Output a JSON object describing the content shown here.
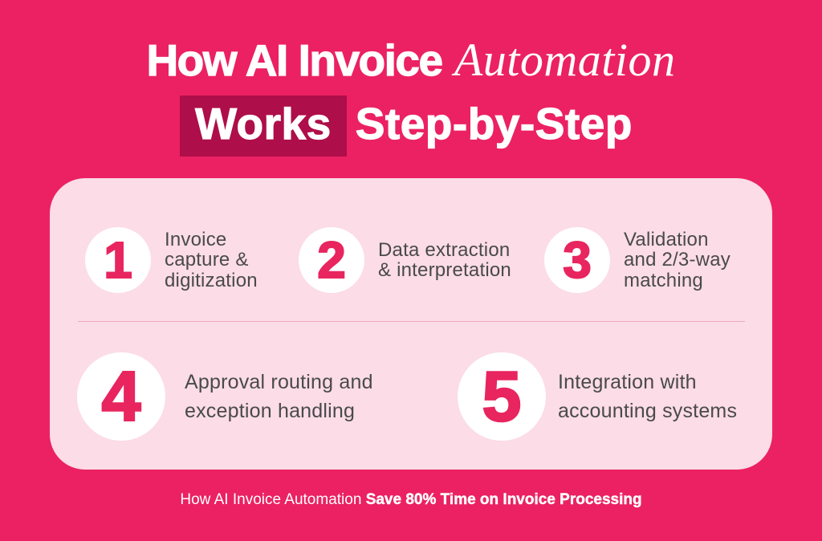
{
  "title": {
    "line1_bold": "How AI Invoice",
    "line1_italic": "Automation",
    "line2_highlight": "Works",
    "line2_rest": "Step-by-Step"
  },
  "steps": [
    {
      "number": "1",
      "label": "Invoice capture & digitization",
      "lines": [
        "Invoice",
        "capture &",
        "digitization"
      ]
    },
    {
      "number": "2",
      "label": "Data extraction & interpretation",
      "lines": [
        "Data extraction",
        "& interpretation"
      ]
    },
    {
      "number": "3",
      "label": "Validation and 2/3-way matching",
      "lines": [
        "Validation",
        "and 2/3-way",
        "matching"
      ]
    },
    {
      "number": "4",
      "label": "Approval routing and exception handling",
      "lines": [
        "Approval routing and",
        "exception handling"
      ]
    },
    {
      "number": "5",
      "label": "Integration with accounting systems",
      "lines": [
        "Integration with",
        "accounting systems"
      ]
    }
  ],
  "footer": {
    "normal": "How AI Invoice Automation",
    "bold": "Save 80% Time on Invoice Processing"
  },
  "colors": {
    "background": "#EB2163",
    "highlight_box": "#AE0E49",
    "card": "#FBDCE7",
    "circle": "#FFFFFF",
    "number": "#E8255F",
    "step_text": "#4A4A4A",
    "footer_text": "#FFFFFF"
  }
}
